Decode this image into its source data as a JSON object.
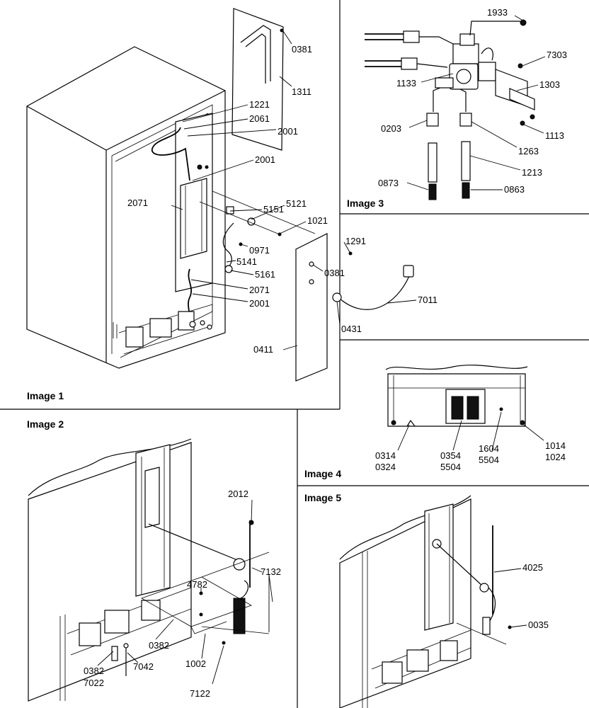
{
  "panels": {
    "image1": "Image 1",
    "image2": "Image 2",
    "image3": "Image 3",
    "image4": "Image 4",
    "image5": "Image 5"
  },
  "labels": {
    "p0381a": "0381",
    "p1311": "1311",
    "p1221": "1221",
    "p2061": "2061",
    "p2001a": "2001",
    "p2001b": "2001",
    "p2071a": "2071",
    "p5151": "5151",
    "p5121": "5121",
    "p1021": "1021",
    "p0971": "0971",
    "p1291": "1291",
    "p5141": "5141",
    "p0381b": "0381",
    "p5161": "5161",
    "p2071b": "2071",
    "p2001c": "2001",
    "p7011": "7011",
    "p0431": "0431",
    "p0411": "0411",
    "p1933": "1933",
    "p7303": "7303",
    "p1133": "1133",
    "p1303": "1303",
    "p0203": "0203",
    "p1113": "1113",
    "p1263": "1263",
    "p1213": "1213",
    "p0873": "0873",
    "p0863": "0863",
    "p0314": "0314",
    "p0324": "0324",
    "p0354": "0354",
    "p5504": "5504",
    "p1604": "1604",
    "p5504b": "5504",
    "p1014": "1014",
    "p1024": "1024",
    "p2012": "2012",
    "p7132": "7132",
    "p4782": "4782",
    "p0382a": "0382",
    "p0382b": "0382",
    "p7022": "7022",
    "p7042": "7042",
    "p1002": "1002",
    "p7122": "7122",
    "p4025": "4025",
    "p0035": "0035"
  }
}
